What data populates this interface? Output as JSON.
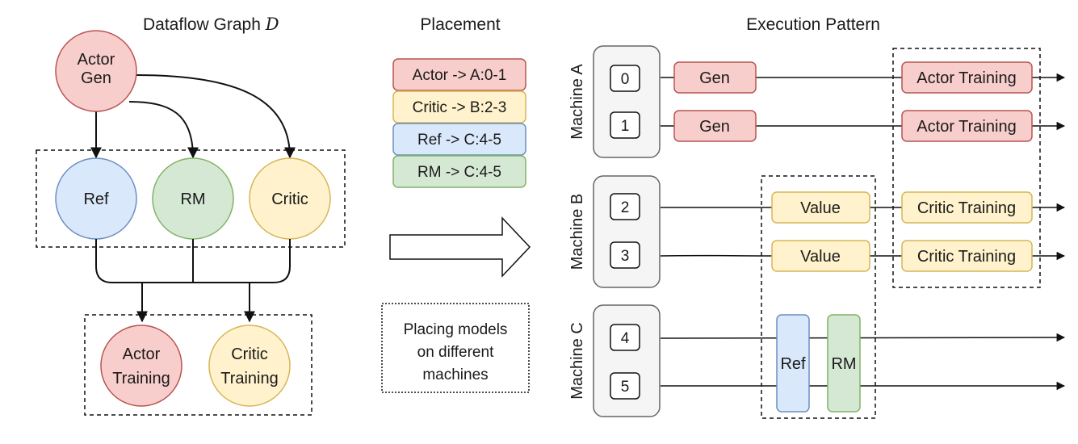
{
  "graph": {
    "title": "Dataflow Graph",
    "title_symbol": "D",
    "actor_gen": [
      "Actor",
      "Gen"
    ],
    "ref": "Ref",
    "rm": "RM",
    "critic": "Critic",
    "actor_training": [
      "Actor",
      "Training"
    ],
    "critic_training": [
      "Critic",
      "Training"
    ]
  },
  "placement": {
    "title": "Placement",
    "items": [
      {
        "label": "Actor -> A:0-1",
        "color": "#f8cecc",
        "stroke": "#b85450"
      },
      {
        "label": "Critic -> B:2-3",
        "color": "#fff2cc",
        "stroke": "#d6b656"
      },
      {
        "label": "Ref -> C:4-5",
        "color": "#dae8fc",
        "stroke": "#6c8ebf"
      },
      {
        "label": "RM -> C:4-5",
        "color": "#d5e8d4",
        "stroke": "#82b366"
      }
    ],
    "note": [
      "Placing models",
      "on different",
      "machines"
    ]
  },
  "execution": {
    "title": "Execution Pattern",
    "machines": [
      "Machine A",
      "Machine B",
      "Machine C"
    ],
    "gpus": [
      "0",
      "1",
      "2",
      "3",
      "4",
      "5"
    ],
    "gen": "Gen",
    "value": "Value",
    "actor_training": "Actor Training",
    "critic_training": "Critic Training",
    "ref": "Ref",
    "rm": "RM"
  },
  "colors": {
    "red_fill": "#f8cecc",
    "red_stroke": "#b85450",
    "yellow_fill": "#fff2cc",
    "yellow_stroke": "#d6b656",
    "blue_fill": "#dae8fc",
    "blue_stroke": "#6c8ebf",
    "green_fill": "#d5e8d4",
    "green_stroke": "#82b366",
    "machine_fill": "#f5f5f5",
    "machine_stroke": "#666666"
  }
}
